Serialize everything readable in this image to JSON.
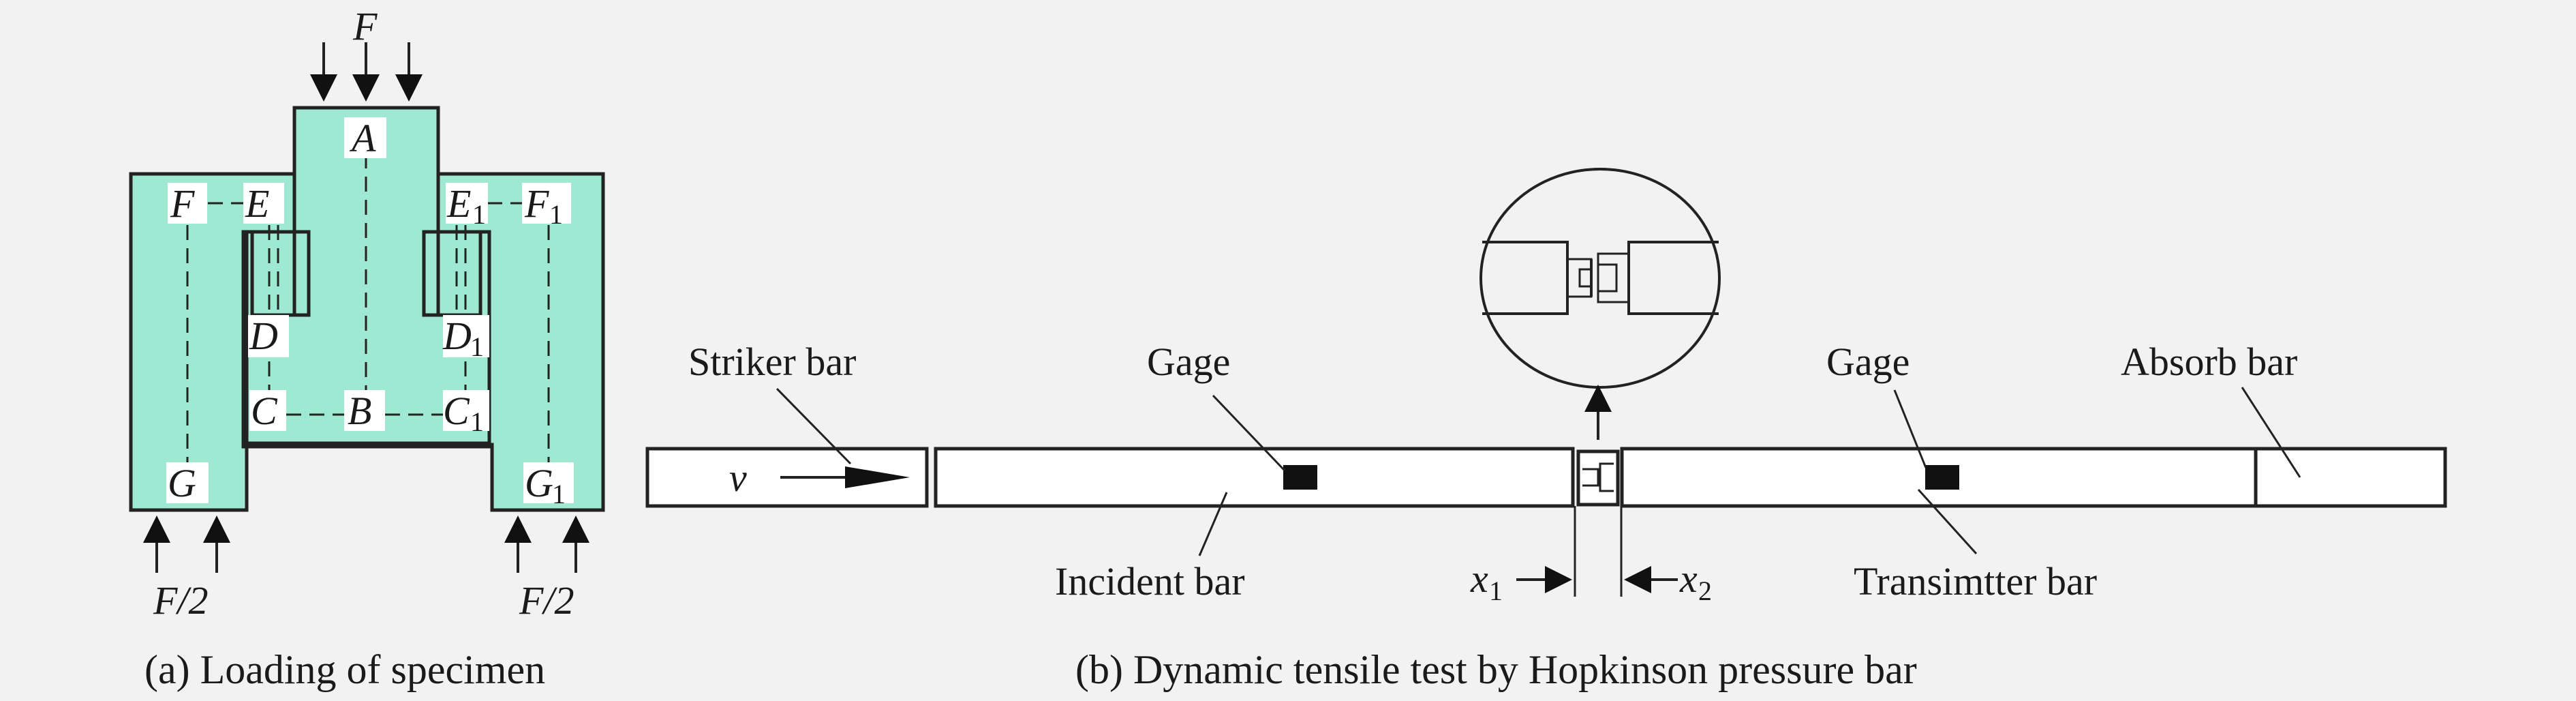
{
  "figure_a": {
    "caption": "(a) Loading of specimen",
    "force_top": "F",
    "force_bottom_left": "F/2",
    "force_bottom_right": "F/2",
    "points": {
      "A": "A",
      "B": "B",
      "C": "C",
      "D": "D",
      "E": "E",
      "F": "F",
      "G": "G",
      "C1": "C",
      "D1": "D",
      "E1": "E",
      "F1": "F",
      "G1": "G",
      "sub": "1"
    }
  },
  "figure_b": {
    "caption": "(b) Dynamic tensile test by Hopkinson pressure bar",
    "striker_bar": "Striker bar",
    "velocity": "v",
    "gage_left": "Gage",
    "gage_right": "Gage",
    "incident_bar": "Incident bar",
    "transmitter_bar": "Transimtter bar",
    "absorb_bar": "Absorb bar",
    "x1": "x",
    "x1_sub": "1",
    "x2": "x",
    "x2_sub": "2"
  },
  "colors": {
    "specimen_fill": "#9fe9d2",
    "background": "#f2f2f2"
  }
}
